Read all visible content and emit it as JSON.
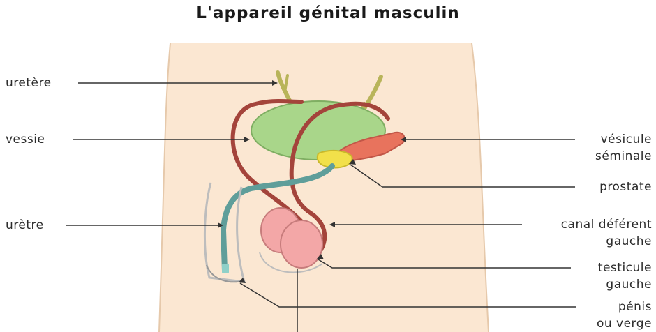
{
  "title": "L'appareil génital masculin",
  "labels": {
    "uretere": "uretère",
    "vessie": "vessie",
    "uretre": "urètre",
    "vesicule_line1": "vésicule",
    "vesicule_line2": "séminale",
    "prostate": "prostate",
    "canal_line1": "canal déférent",
    "canal_line2": "gauche",
    "testicule_line1": "testicule",
    "testicule_line2": "gauche",
    "penis_line1": "pénis",
    "penis_line2": "ou verge"
  },
  "colors": {
    "skin": "#fbe7d2",
    "bladder": "#a9d68a",
    "ducts": "#a4443b",
    "testis": "#f3a7a7",
    "prostate": "#f2e04a",
    "urethra": "#5f9e9a",
    "seminal_vesicle": "#e8735d",
    "ureter": "#b8b45a",
    "leader": "#333333"
  }
}
